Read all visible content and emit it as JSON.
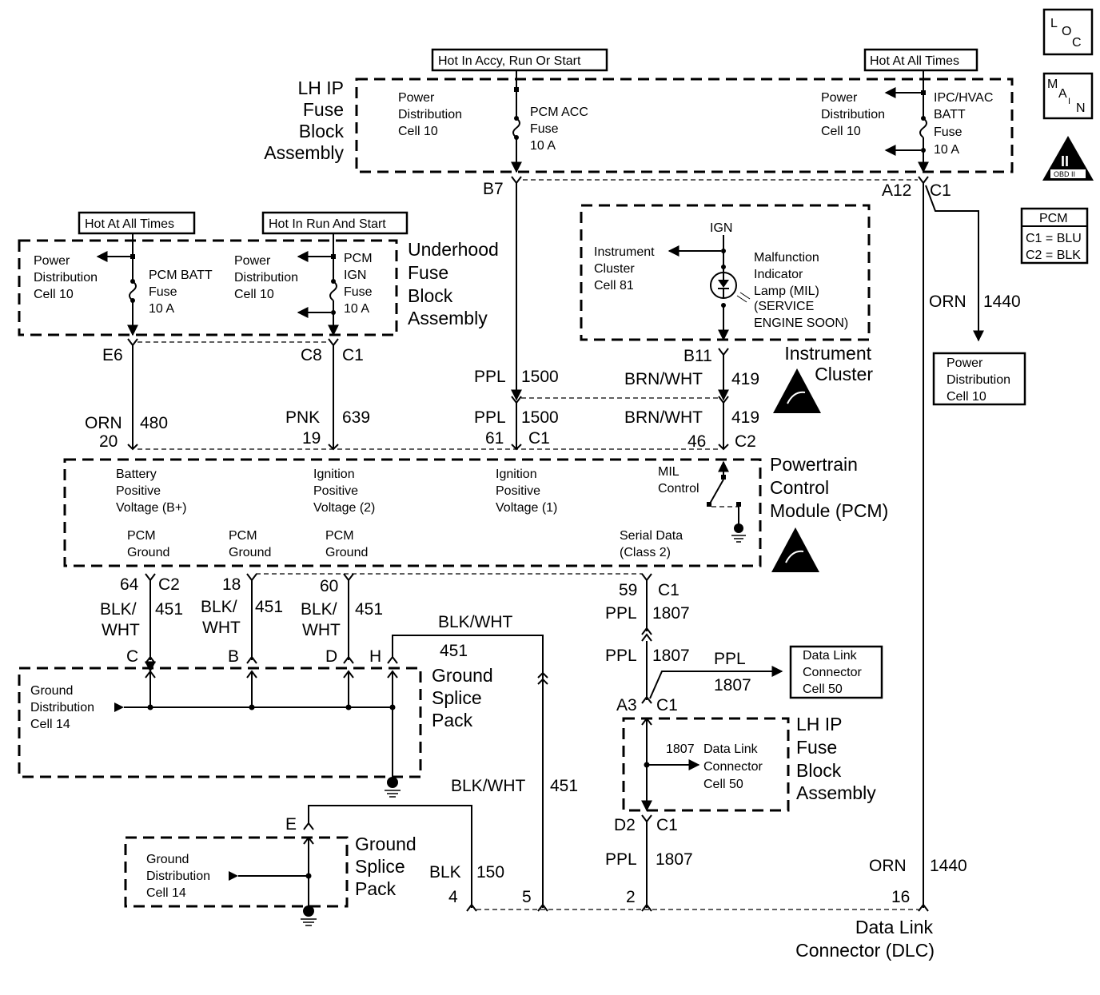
{
  "badges": {
    "loc": [
      "L",
      "O",
      "C"
    ],
    "main": [
      "M",
      "A",
      "I",
      "N"
    ],
    "obd_roman": "II",
    "obd_text": "OBD II"
  },
  "pcm_table": {
    "title": "PCM",
    "rows": [
      "C1 = BLU",
      "C2 = BLK"
    ]
  },
  "power_labels": {
    "hot_accy": "Hot In Accy, Run Or Start",
    "hot_all_1": "Hot At All Times",
    "hot_all_2": "Hot At All Times",
    "hot_run_start": "Hot In Run And Start"
  },
  "lh_ip_fuse_block": {
    "name": [
      "LH IP",
      "Fuse",
      "Block",
      "Assembly"
    ],
    "left_power": [
      "Power",
      "Distribution",
      "Cell 10"
    ],
    "left_fuse": [
      "PCM ACC",
      "Fuse",
      "10 A"
    ],
    "right_power": [
      "Power",
      "Distribution",
      "Cell 10"
    ],
    "right_fuse": [
      "IPC/HVAC",
      "BATT",
      "Fuse",
      "10 A"
    ],
    "pin_b7": "B7",
    "pin_a12": "A12",
    "conn_c1": "C1"
  },
  "underhood_fuse_block": {
    "name": [
      "Underhood",
      "Fuse",
      "Block",
      "Assembly"
    ],
    "left_power": [
      "Power",
      "Distribution",
      "Cell 10"
    ],
    "left_fuse": [
      "PCM BATT",
      "Fuse",
      "10 A"
    ],
    "right_power": [
      "Power",
      "Distribution",
      "Cell 10"
    ],
    "right_fuse": [
      "PCM",
      "IGN",
      "Fuse",
      "10 A"
    ],
    "pin_e6": "E6",
    "pin_c8": "C8",
    "conn_c1": "C1"
  },
  "instrument_cluster": {
    "name": [
      "Instrument",
      "Cluster"
    ],
    "ign": "IGN",
    "cell": [
      "Instrument",
      "Cluster",
      "Cell 81"
    ],
    "mil": [
      "Malfunction",
      "Indicator",
      "Lamp (MIL)",
      "(SERVICE",
      "ENGINE SOON)"
    ],
    "pin_b11": "B11"
  },
  "wires": {
    "ppl_1500": {
      "color": "PPL",
      "circuit": "1500"
    },
    "brnwht_419": {
      "color": "BRN/WHT",
      "circuit": "419"
    },
    "orn_480": {
      "color": "ORN",
      "circuit": "480"
    },
    "pnk_639": {
      "color": "PNK",
      "circuit": "639"
    },
    "orn_1440": {
      "color": "ORN",
      "circuit": "1440"
    },
    "blkwht_451": {
      "color1": "BLK/",
      "color2": "WHT",
      "color": "BLK/WHT",
      "circuit": "451"
    },
    "ppl_1807": {
      "color": "PPL",
      "circuit": "1807"
    },
    "blk_150": {
      "color": "BLK",
      "circuit": "150"
    }
  },
  "pcm_pins": {
    "p20": "20",
    "p19": "19",
    "p61": "61",
    "c1": "C1",
    "p46": "46",
    "c2": "C2",
    "p64": "64",
    "p18": "18",
    "p60": "60",
    "p59": "59"
  },
  "pcm": {
    "name": [
      "Powertrain",
      "Control",
      "Module (PCM)"
    ],
    "battery": [
      "Battery",
      "Positive",
      "Voltage (B+)"
    ],
    "ign2": [
      "Ignition",
      "Positive",
      "Voltage (2)"
    ],
    "ign1": [
      "Ignition",
      "Positive",
      "Voltage (1)"
    ],
    "mil_control": [
      "MIL",
      "Control"
    ],
    "ground1": [
      "PCM",
      "Ground"
    ],
    "ground2": [
      "PCM",
      "Ground"
    ],
    "ground3": [
      "PCM",
      "Ground"
    ],
    "serial": [
      "Serial Data",
      "(Class 2)"
    ]
  },
  "ground_splice_1": {
    "name": [
      "Ground",
      "Splice",
      "Pack"
    ],
    "dist": [
      "Ground",
      "Distribution",
      "Cell 14"
    ],
    "pins": [
      "C",
      "B",
      "D",
      "H"
    ]
  },
  "ground_splice_2": {
    "name": [
      "Ground",
      "Splice",
      "Pack"
    ],
    "dist": [
      "Ground",
      "Distribution",
      "Cell 14"
    ],
    "pin_e": "E"
  },
  "power_dist_cell10": [
    "Power",
    "Distribution",
    "Cell 10"
  ],
  "dlc_cell50": [
    "Data Link",
    "Connector",
    "Cell 50"
  ],
  "lh_ip_fuse_block_2": {
    "name": [
      "LH IP",
      "Fuse",
      "Block",
      "Assembly"
    ],
    "inner_num": "1807",
    "inner_label": [
      "Data Link",
      "Connector",
      "Cell 50"
    ],
    "pin_a3": "A3",
    "pin_d2": "D2",
    "conn_c1": "C1"
  },
  "dlc": {
    "name": [
      "Data Link",
      "Connector (DLC)"
    ],
    "pins": [
      "4",
      "5",
      "2",
      "16"
    ]
  }
}
